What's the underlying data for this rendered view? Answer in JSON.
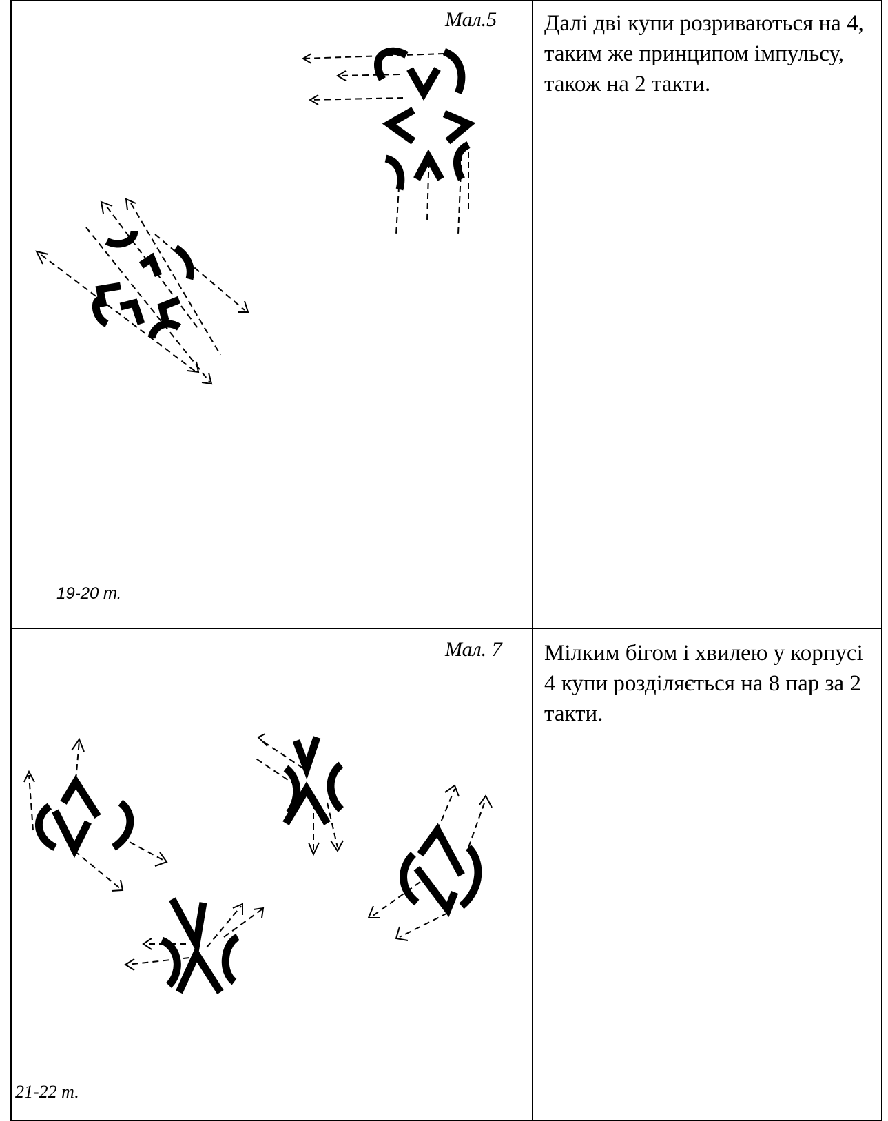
{
  "rows": [
    {
      "figure_label": "Мал.5",
      "tact_label": "19-20 т.",
      "description": "Далі дві купи розриваються на 4, таким же принципом імпульсу, також на 2 такти."
    },
    {
      "figure_label": "Мал. 7",
      "tact_label": "21-22 т.",
      "description": "Мілким бігом і хвилею у корпусі 4 купи розділяється на 8 пар за 2 такти."
    }
  ]
}
